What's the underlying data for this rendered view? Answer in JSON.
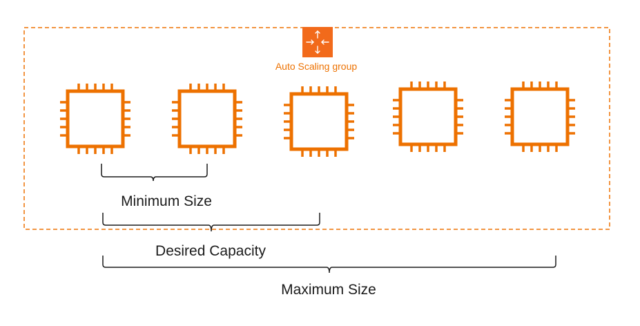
{
  "colors": {
    "accent": "#ED7100",
    "icon_bg": "#F26A1B",
    "bracket": "#1a1a1a",
    "text": "#1a1a1a"
  },
  "group": {
    "label": "Auto Scaling group",
    "icon": "auto-scaling-icon"
  },
  "instances": [
    {
      "icon": "ec2-instance-icon"
    },
    {
      "icon": "ec2-instance-icon"
    },
    {
      "icon": "ec2-instance-icon"
    },
    {
      "icon": "ec2-instance-icon"
    },
    {
      "icon": "ec2-instance-icon"
    }
  ],
  "brackets": {
    "minimum_label": "Minimum Size",
    "desired_label": "Desired Capacity",
    "maximum_label": "Maximum Size"
  }
}
